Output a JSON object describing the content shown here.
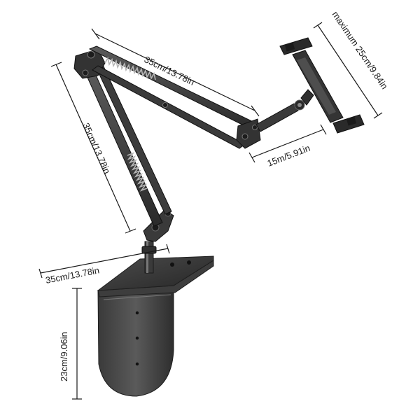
{
  "dimensions": {
    "upper_arm": "35cm/13.78in",
    "lower_arm": "35cm/13.78in",
    "base_width": "35cm/13.78in",
    "base_height": "23cm/9.06in",
    "extension": "15m/5.91in",
    "clamp_max": "maximum 25cm/9.84in"
  },
  "colors": {
    "metal_dark": "#2b2b2b",
    "metal_mid": "#4a4a4a",
    "metal_light": "#8a8a8a",
    "spring": "#b5b5b5",
    "dimension_line": "#1a1a1a"
  }
}
